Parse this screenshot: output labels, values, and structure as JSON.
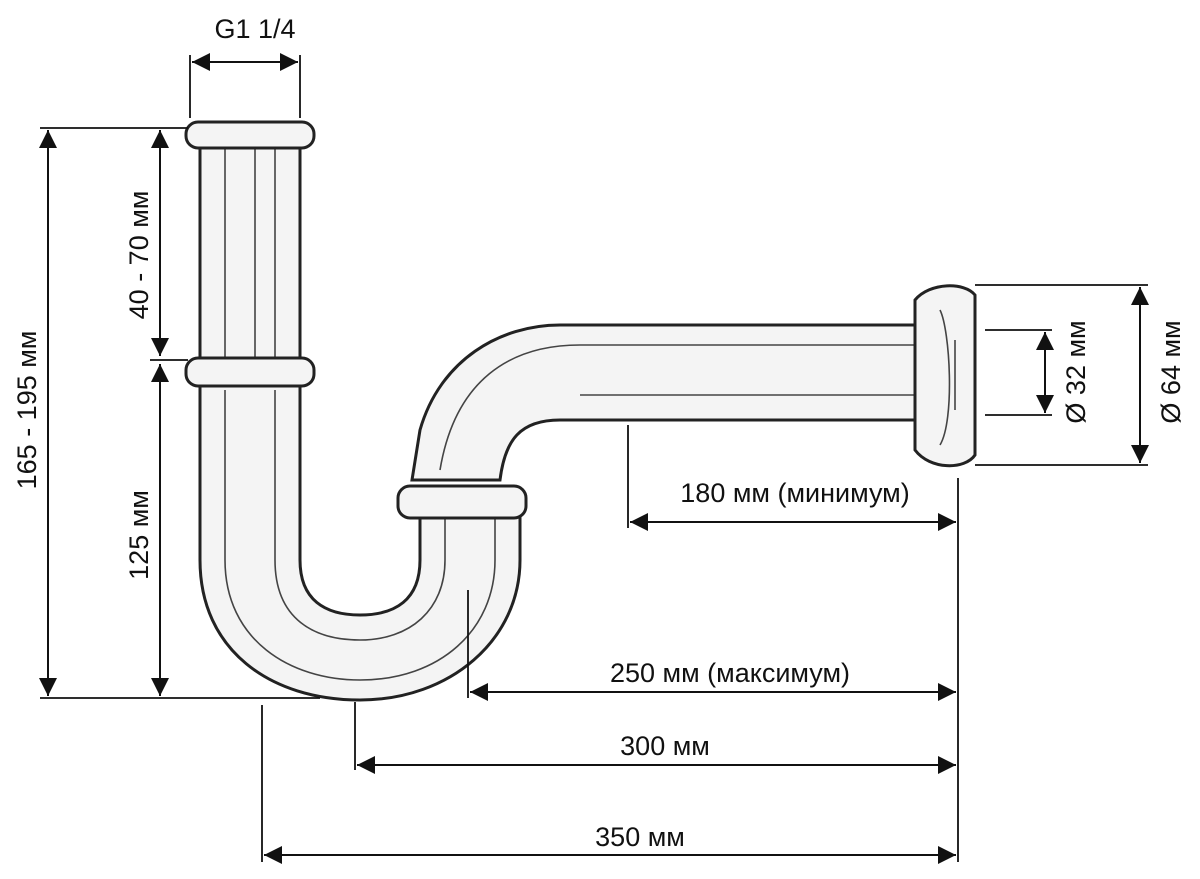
{
  "diagram": {
    "title": "Siphon pipe dimensions",
    "labels": {
      "thread": "G1 1/4",
      "total_height": "165 - 195 мм",
      "upper_height": "40 - 70 мм",
      "lower_height": "125 мм",
      "min_length": "180 мм (минимум)",
      "max_length": "250 мм (максимум)",
      "length_300": "300 мм",
      "length_350": "350 мм",
      "pipe_diameter": "Ø 32 мм",
      "flange_diameter": "Ø 64 мм"
    },
    "colors": {
      "line": "#111111",
      "pipe_fill": "#f4f4f4"
    }
  }
}
